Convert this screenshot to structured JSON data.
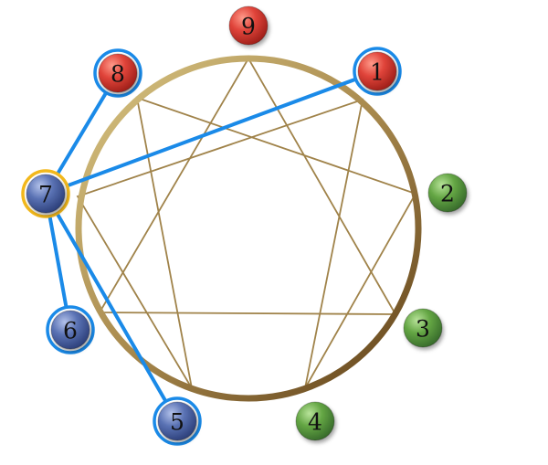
{
  "diagram": {
    "type": "enneagram",
    "connections": [
      {
        "from": "7",
        "to": "8"
      },
      {
        "from": "7",
        "to": "1"
      },
      {
        "from": "7",
        "to": "6"
      },
      {
        "from": "7",
        "to": "5"
      }
    ],
    "nodes": [
      {
        "id": "9",
        "label": "9",
        "color": "red",
        "highlight": "none"
      },
      {
        "id": "1",
        "label": "1",
        "color": "red",
        "highlight": "blue"
      },
      {
        "id": "2",
        "label": "2",
        "color": "green",
        "highlight": "none"
      },
      {
        "id": "3",
        "label": "3",
        "color": "green",
        "highlight": "none"
      },
      {
        "id": "4",
        "label": "4",
        "color": "green",
        "highlight": "none"
      },
      {
        "id": "5",
        "label": "5",
        "color": "blue",
        "highlight": "blue"
      },
      {
        "id": "6",
        "label": "6",
        "color": "blue",
        "highlight": "blue"
      },
      {
        "id": "7",
        "label": "7",
        "color": "blue",
        "highlight": "gold"
      },
      {
        "id": "8",
        "label": "8",
        "color": "red",
        "highlight": "blue"
      }
    ],
    "colors": {
      "red": "#d8352c",
      "green": "#5a9a3c",
      "blue": "#4b63a3",
      "highlight_blue": "#1a8ae8",
      "highlight_gold": "#f2b81c",
      "ring_light": "#cdb56c",
      "ring_dark": "#6b4a1c",
      "figure_lines": "#a0834a",
      "connector": "#1a8ae8"
    }
  }
}
